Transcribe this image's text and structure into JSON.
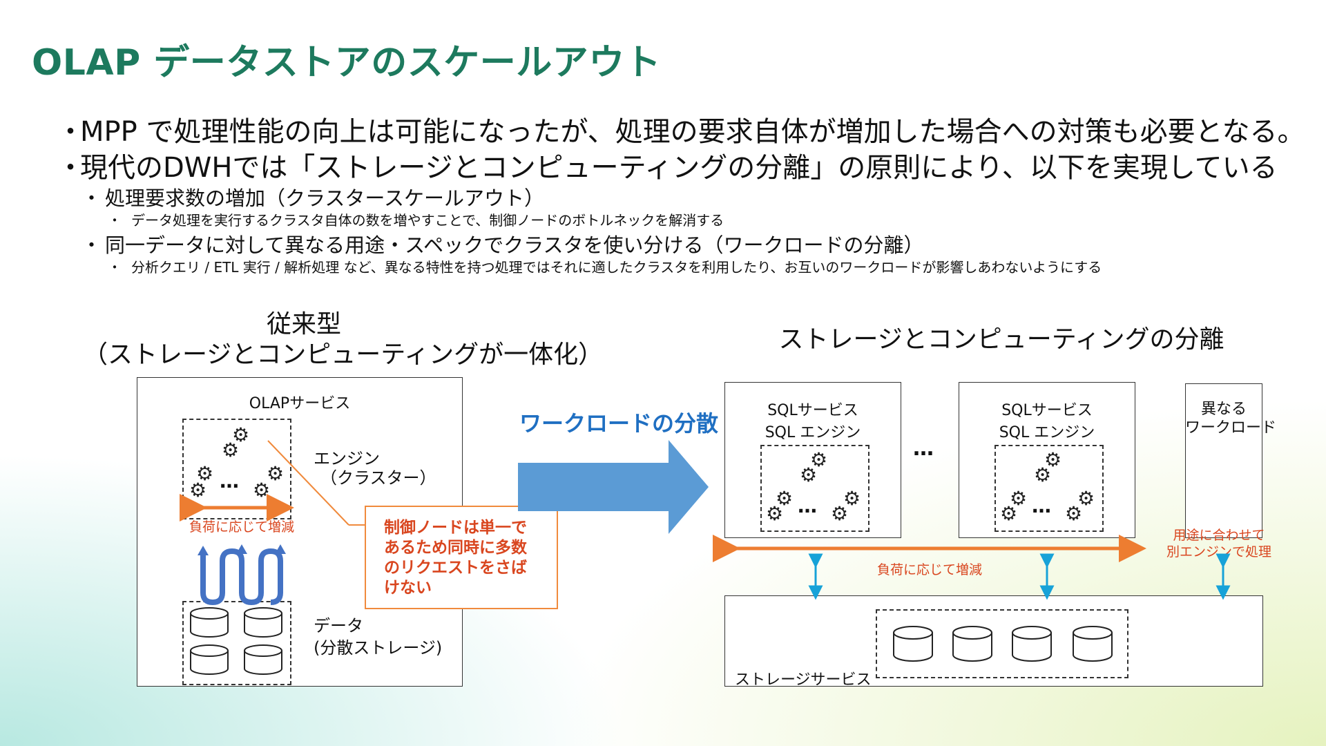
{
  "title": "OLAP データストアのスケールアウト",
  "bullets": {
    "b1": "MPP で処理性能の向上は可能になったが、処理の要求自体が増加した場合への対策も必要となる。",
    "b2": "現代のDWHでは「ストレージとコンピューティングの分離」の原則により、以下を実現している",
    "b2_1": "処理要求数の増加（クラスタースケールアウト）",
    "b2_1_1": "データ処理を実行するクラスタ自体の数を増やすことで、制御ノードのボトルネックを解消する",
    "b2_2": "同一データに対して異なる用途・スペックでクラスタを使い分ける（ワークロードの分離）",
    "b2_2_1": "分析クエリ / ETL 実行 / 解析処理 など、異なる特性を持つ処理ではそれに適したクラスタを利用したり、お互いのワークロードが影響しあわないようにする",
    "marker": "・"
  },
  "left": {
    "heading_line1": "従来型",
    "heading_line2": "（ストレージとコンピューティングが一体化）",
    "service_label": "OLAPサービス",
    "engine_label_1": "エンジン",
    "engine_label_2": "（クラスター）",
    "scale_label": "負荷に応じて増減",
    "data_label_1": "データ",
    "data_label_2": "(分散ストレージ)",
    "ellipsis": "…",
    "callout": "制御ノードは単一であるため同時に多数のリクエストをさばけない"
  },
  "arrow": {
    "label": "ワークロードの分散"
  },
  "right": {
    "heading": "ストレージとコンピューティングの分離",
    "sql_service": "SQLサービス",
    "sql_engine": "SQL エンジン",
    "between_ellipsis": "…",
    "other_workload_1": "異なる",
    "other_workload_2": "ワークロード",
    "scale_label": "負荷に応じて増減",
    "other_engine_1": "用途に合わせて",
    "other_engine_2": "別エンジンで処理",
    "storage_label": "ストレージサービス"
  },
  "colors": {
    "title": "#1d7a5e",
    "arrow_blue": "#5b9bd5",
    "arrow_label": "#1f6fc2",
    "orange": "#ed7d31",
    "callout_text": "#d9461f",
    "cyan": "#17a2d8"
  },
  "icons": {
    "engine": "gear-icon",
    "storage": "cylinder-icon"
  }
}
